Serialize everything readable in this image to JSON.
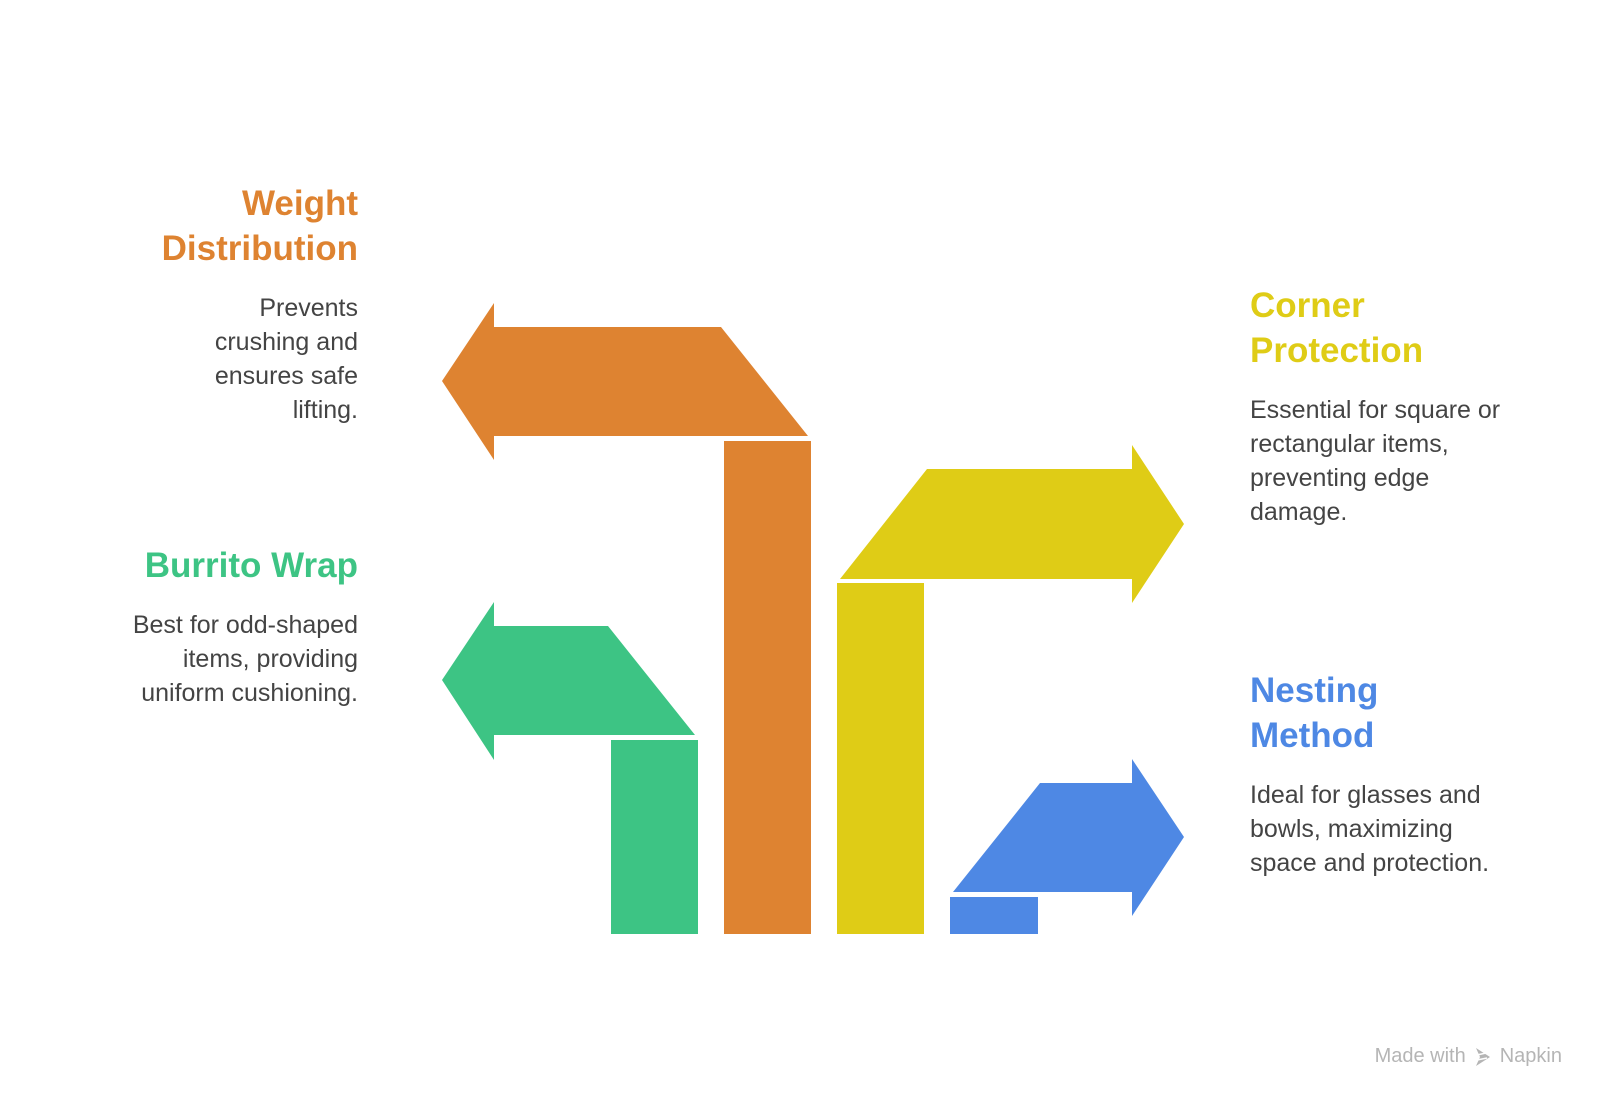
{
  "items": [
    {
      "title_line1": "Weight",
      "title_line2": "Distribution",
      "description": "Prevents crushing and ensures safe lifting.",
      "color": "#DE8331",
      "direction": "left"
    },
    {
      "title_line1": "Burrito Wrap",
      "title_line2": "",
      "description": "Best for odd-shaped items, providing uniform cushioning.",
      "color": "#3DC484",
      "direction": "left"
    },
    {
      "title_line1": "Corner",
      "title_line2": "Protection",
      "description": "Essential for square or rectangular items, preventing edge damage.",
      "color": "#DFCC16",
      "direction": "right"
    },
    {
      "title_line1": "Nesting",
      "title_line2": "Method",
      "description": "Ideal for glasses and bowls, maximizing space and protection.",
      "color": "#4E88E4",
      "direction": "right"
    }
  ],
  "footer": {
    "made_with": "Made with",
    "brand": "Napkin",
    "icon": "napkin-logo-icon"
  }
}
